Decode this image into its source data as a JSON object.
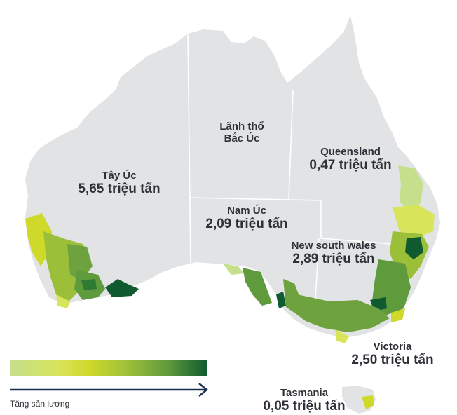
{
  "regions": {
    "wa": {
      "name": "Tây Úc",
      "value": "5,65 triệu tấn"
    },
    "nt": {
      "name": "Lãnh thổ",
      "name2": "Bắc Úc"
    },
    "qld": {
      "name": "Queensland",
      "value": "0,47 triệu tấn"
    },
    "sa": {
      "name": "Nam Úc",
      "value": "2,09 triệu tấn"
    },
    "nsw": {
      "name": "New south wales",
      "value": "2,89 triệu tấn"
    },
    "vic": {
      "name": "Victoria",
      "value": "2,50 triệu tấn"
    },
    "tas": {
      "name": "Tasmania",
      "value": "0,05 triệu tấn"
    }
  },
  "legend": {
    "label": "Tăng sản lượng"
  },
  "colors": {
    "land": "#e2e3e5",
    "border": "#ffffff",
    "low": "#c5df8c",
    "mid": "#cfd92a",
    "high": "#0f5a2e",
    "arrow": "#1c2e4f"
  }
}
